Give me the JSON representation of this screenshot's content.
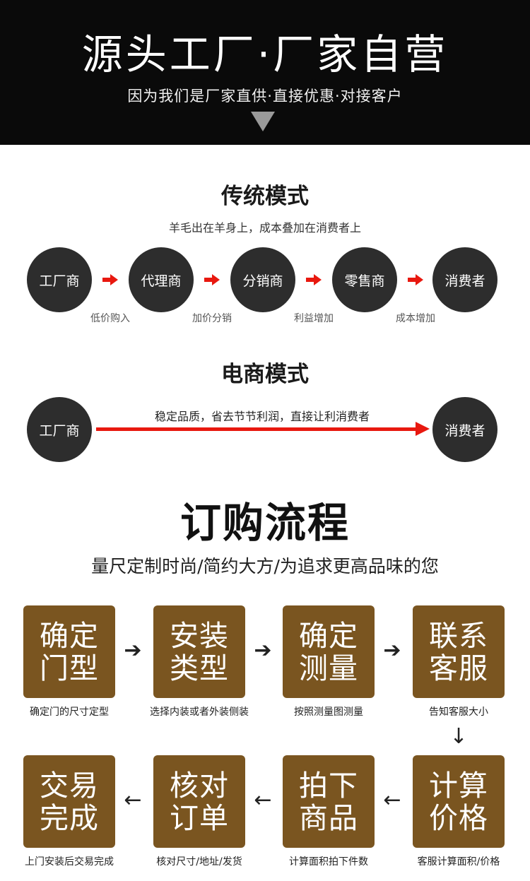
{
  "banner": {
    "title": "源头工厂·厂家自营",
    "subtitle": "因为我们是厂家直供·直接优惠·对接客户"
  },
  "traditional": {
    "title": "传统模式",
    "subtitle": "羊毛出在羊身上，成本叠加在消费者上",
    "nodes": [
      "工厂商",
      "代理商",
      "分销商",
      "零售商",
      "消费者"
    ],
    "notes": [
      "低价购入",
      "加价分销",
      "利益增加",
      "成本增加"
    ]
  },
  "ecommerce": {
    "title": "电商模式",
    "from": "工厂商",
    "to": "消费者",
    "arrow_label": "稳定品质，省去节节利润，直接让利消费者"
  },
  "order": {
    "title": "订购流程",
    "subtitle": "量尺定制时尚/简约大方/为追求更高品味的您",
    "steps": [
      {
        "line1": "确定",
        "line2": "门型",
        "note": "确定门的尺寸定型"
      },
      {
        "line1": "安装",
        "line2": "类型",
        "note": "选择内装或者外装侧装"
      },
      {
        "line1": "确定",
        "line2": "测量",
        "note": "按照测量图测量"
      },
      {
        "line1": "联系",
        "line2": "客服",
        "note": "告知客服大小"
      },
      {
        "line1": "计算",
        "line2": "价格",
        "note": "客服计算面积/价格"
      },
      {
        "line1": "拍下",
        "line2": "商品",
        "note": "计算面积拍下件数"
      },
      {
        "line1": "核对",
        "line2": "订单",
        "note": "核对尺寸/地址/发货"
      },
      {
        "line1": "交易",
        "line2": "完成",
        "note": "上门安装后交易完成"
      }
    ],
    "arrow_right": "➔",
    "arrow_left": "←",
    "arrow_down": "↓"
  },
  "colors": {
    "banner_bg": "#0a0a0a",
    "circle_bg": "#2d2d2d",
    "accent_red": "#e8180f",
    "box_brown": "#7a5520"
  }
}
